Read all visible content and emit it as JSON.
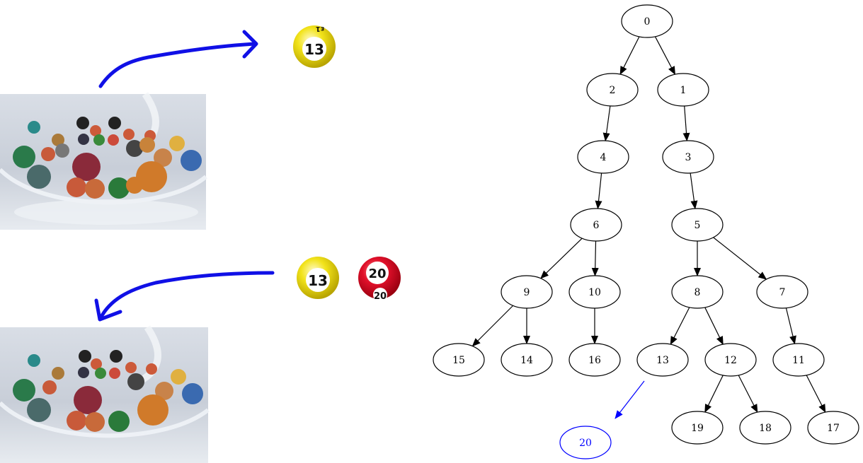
{
  "colors": {
    "edge": "#000000",
    "highlight": "#0000ff",
    "arrow_stroke": "#1010e6",
    "ball_yellow": "#f2e31a",
    "ball_red": "#e0102a"
  },
  "illustration": {
    "photos": [
      "lottery-drum-photo-top",
      "lottery-drum-photo-bottom"
    ],
    "top_ball": {
      "number": "13",
      "color": "yellow"
    },
    "bottom_balls": [
      {
        "number": "13",
        "color": "yellow"
      },
      {
        "number": "20",
        "color": "red",
        "secondary": "20"
      }
    ]
  },
  "tree": {
    "nodes": [
      {
        "id": "0",
        "label": "0"
      },
      {
        "id": "2",
        "label": "2"
      },
      {
        "id": "1",
        "label": "1"
      },
      {
        "id": "4",
        "label": "4"
      },
      {
        "id": "3",
        "label": "3"
      },
      {
        "id": "6",
        "label": "6"
      },
      {
        "id": "5",
        "label": "5"
      },
      {
        "id": "9",
        "label": "9"
      },
      {
        "id": "10",
        "label": "10"
      },
      {
        "id": "8",
        "label": "8"
      },
      {
        "id": "7",
        "label": "7"
      },
      {
        "id": "15",
        "label": "15"
      },
      {
        "id": "14",
        "label": "14"
      },
      {
        "id": "16",
        "label": "16"
      },
      {
        "id": "13",
        "label": "13"
      },
      {
        "id": "12",
        "label": "12"
      },
      {
        "id": "11",
        "label": "11"
      },
      {
        "id": "19",
        "label": "19"
      },
      {
        "id": "18",
        "label": "18"
      },
      {
        "id": "17",
        "label": "17"
      },
      {
        "id": "20",
        "label": "20",
        "highlight": true
      }
    ],
    "edges": [
      [
        "0",
        "2"
      ],
      [
        "0",
        "1"
      ],
      [
        "2",
        "4"
      ],
      [
        "1",
        "3"
      ],
      [
        "4",
        "6"
      ],
      [
        "3",
        "5"
      ],
      [
        "6",
        "9"
      ],
      [
        "6",
        "10"
      ],
      [
        "5",
        "8"
      ],
      [
        "5",
        "7"
      ],
      [
        "9",
        "15"
      ],
      [
        "9",
        "14"
      ],
      [
        "10",
        "16"
      ],
      [
        "8",
        "13"
      ],
      [
        "8",
        "12"
      ],
      [
        "7",
        "11"
      ],
      [
        "12",
        "19"
      ],
      [
        "12",
        "18"
      ],
      [
        "11",
        "17"
      ],
      [
        "13",
        "20",
        "highlight"
      ]
    ]
  }
}
